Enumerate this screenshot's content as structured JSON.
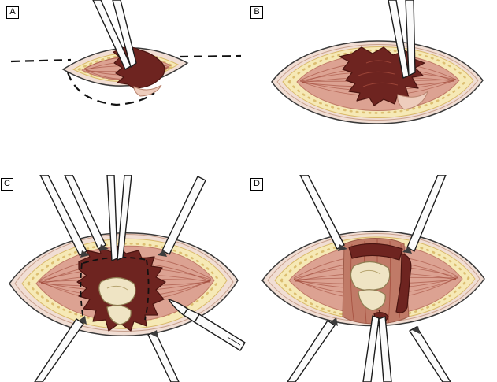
{
  "figure": {
    "background": "#ffffff"
  },
  "panels": [
    {
      "id": "A",
      "label": "A",
      "alt": "Small elliptical incision with dashed extension lines; forceps lifting dark hematoma; dashed curve marks planned extension"
    },
    {
      "id": "B",
      "label": "B",
      "alt": "Incision opened wide; forceps retracting hematoma within striated muscle surrounded by fat layer"
    },
    {
      "id": "C",
      "label": "C",
      "alt": "Wound held open by retractors; scalpel excising devitalized tissue along dashed margins around clot and exposed bone"
    },
    {
      "id": "D",
      "label": "D",
      "alt": "Debrided wound held open by retractors; forceps from below extracting residual clot from exposed bone"
    }
  ],
  "palette": {
    "background": "#ffffff",
    "outline": "#3a3a3a",
    "ink": "#1c1c1c",
    "skin": "#f1ded4",
    "skin_line": "#c8a08d",
    "fat": "#f6e9b6",
    "fat_line": "#d9b969",
    "muscle": "#dca292",
    "muscle_deep": "#c07a67",
    "striation": "#a04a3a",
    "clot": "#6e2420",
    "clot_line": "#4a1410",
    "bone": "#efe4c4",
    "bone_line": "#8f7d52",
    "flap": "#eecdbd",
    "steel": "#fbfbfb",
    "dash": "#111111"
  }
}
